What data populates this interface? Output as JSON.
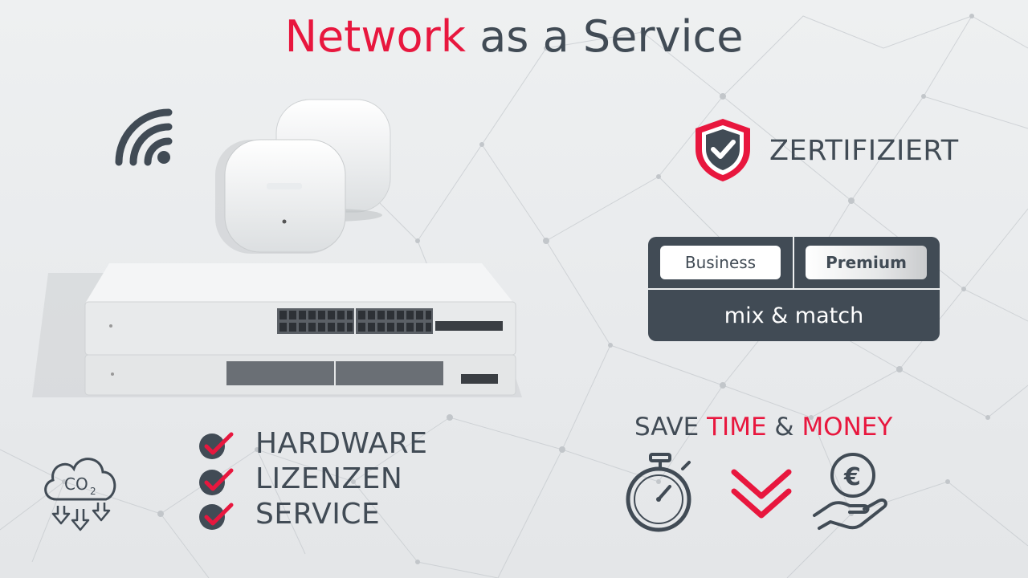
{
  "title": {
    "accent": "Network",
    "rest": " as a Service"
  },
  "certified": {
    "label": "ZERTIFIZIERT",
    "icon": "shield-check-icon"
  },
  "packages": {
    "business": "Business",
    "premium": "Premium",
    "mix": "mix & match"
  },
  "checklist": [
    "HARDWARE",
    "LIZENZEN",
    "SERVICE"
  ],
  "save": {
    "part1": "SAVE ",
    "time": "TIME",
    "amp": " & ",
    "money": "MONEY"
  },
  "co2": {
    "label": "CO",
    "sub": "2"
  },
  "colors": {
    "accent": "#e8173e",
    "dark": "#414b55",
    "background": "#eef0f1"
  },
  "icons": [
    "wifi-icon",
    "co2-cloud-icon",
    "stopwatch-icon",
    "double-chevron-down-icon",
    "euro-hand-icon"
  ]
}
